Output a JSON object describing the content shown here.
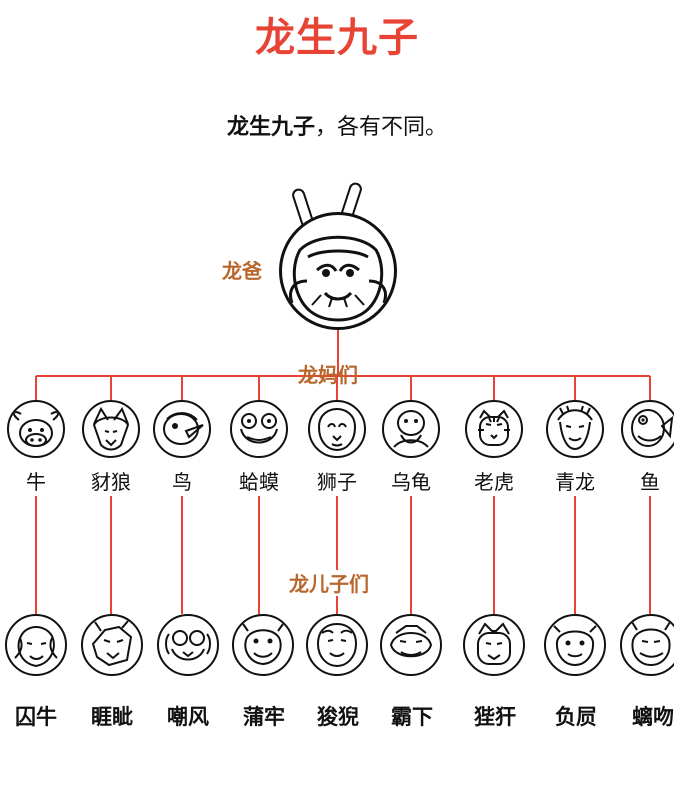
{
  "header": {
    "title": "龙生九子",
    "subtitle_strong": "龙生九子",
    "subtitle_rest": "，各有不同。"
  },
  "diagram": {
    "father_label": "龙爸",
    "mothers_label": "龙妈们",
    "sons_label": "龙儿子们",
    "line_color": "#e84436",
    "label_color": "#b8662b",
    "mothers": [
      "牛",
      "豺狼",
      "鸟",
      "蛤蟆",
      "狮子",
      "乌龟",
      "老虎",
      "青龙",
      "鱼"
    ],
    "sons": [
      "囚牛",
      "睚眦",
      "嘲风",
      "蒲牢",
      "狻猊",
      "霸下",
      "狴犴",
      "负屃",
      "螭吻"
    ]
  }
}
